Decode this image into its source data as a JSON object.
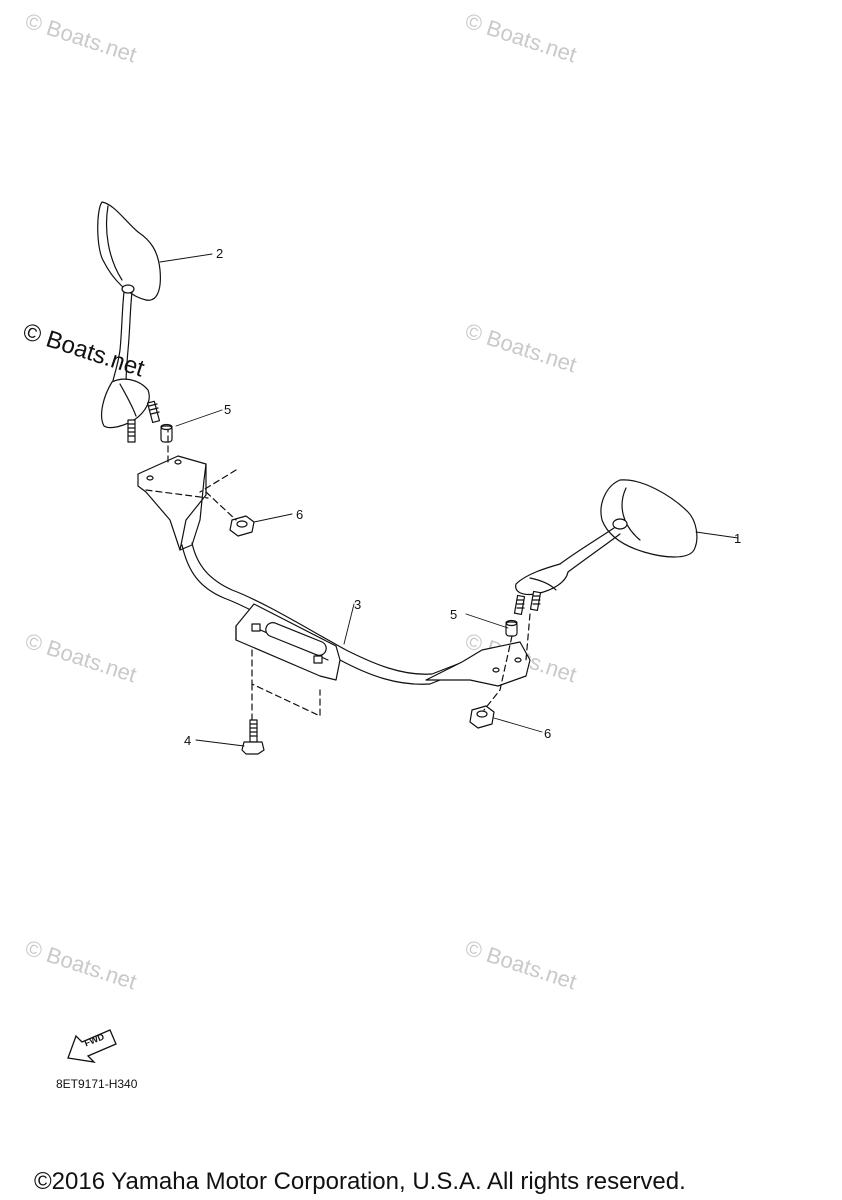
{
  "watermarks": {
    "text": "© Boats.net",
    "count": 8
  },
  "callouts": [
    "1",
    "2",
    "3",
    "4",
    "5",
    "5",
    "6",
    "6"
  ],
  "fwd_label": "FWD",
  "part_code": "8ET9171-H340",
  "copyright": "©2016 Yamaha Motor Corporation, U.S.A. All rights reserved."
}
